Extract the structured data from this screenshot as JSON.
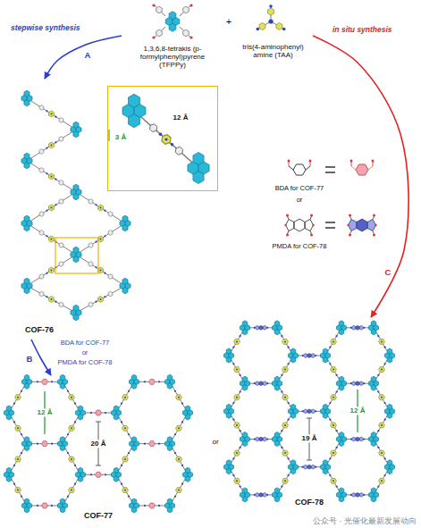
{
  "diagram": {
    "nodes": [
      {
        "text": [
          "1,3,6,8-tetrakis (p-formylphenyl)pyrene (TFPPy)"
        ]
      },
      {
        "text": [
          "tris(4-aminophenyl) amine (TAA)"
        ]
      },
      {
        "text": [
          "COF-76"
        ]
      },
      {
        "text": [
          "3 Å",
          "12 Å"
        ],
        "in": 2
      },
      {
        "text": [
          "COF-77"
        ]
      },
      {
        "text": [
          "COF-78"
        ]
      }
    ],
    "edges": [
      {
        "from": 0,
        "to": 2,
        "arrow": "to",
        "label": "A"
      },
      {
        "from": 2,
        "to": 4,
        "arrow": "to",
        "label": "B"
      },
      {
        "from": 1,
        "to": 5,
        "arrow": "to",
        "label": "C"
      }
    ],
    "labels": [
      "stepwise synthesis",
      "in situ synthesis",
      "+",
      "BDA for COF-77",
      "or",
      "PMDA for COF-78",
      "BDA for COF-77",
      "or",
      "PMDA for COF-78",
      "12 Å",
      "20 Å",
      "or",
      "12 Å",
      "19 Å",
      "公众号 · 光催化最新发展动向"
    ]
  }
}
